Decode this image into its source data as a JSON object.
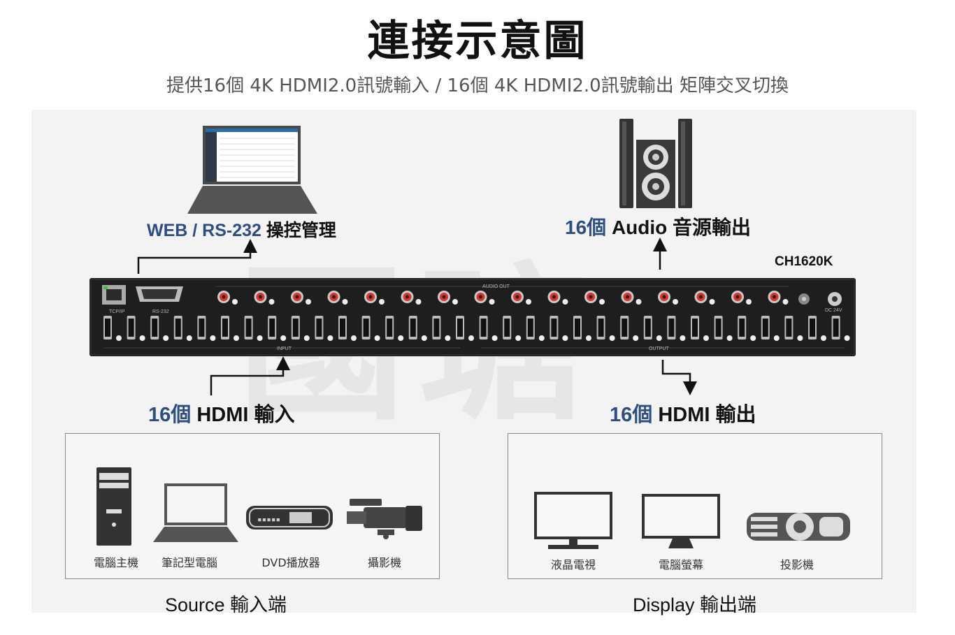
{
  "header": {
    "title": "連接示意圖",
    "subtitle": "提供16個 4K HDMI2.0訊號輸入 / 16個 4K HDMI2.0訊號輸出 矩陣交叉切換"
  },
  "watermark": "國瑭",
  "control": {
    "prefix": "WEB / RS-232",
    "suffix": "操控管理"
  },
  "audio": {
    "prefix": "16個",
    "label": "Audio 音源輸出"
  },
  "model": "CH1620K",
  "panel": {
    "tcpip": "TCP/IP",
    "rs232": "RS-232",
    "audio_out": "AUDIO OUT",
    "input": "INPUT",
    "output": "OUTPUT",
    "dc": "DC 24V"
  },
  "hdmi_in": {
    "prefix": "16個",
    "label": "HDMI 輸入"
  },
  "hdmi_out": {
    "prefix": "16個",
    "label": "HDMI 輸出"
  },
  "sources": {
    "title": "Source 輸入端",
    "items": [
      "電腦主機",
      "筆記型電腦",
      "DVD播放器",
      "攝影機"
    ],
    "dvd_display": "▪▪▪▪▪"
  },
  "displays": {
    "title": "Display 輸出端",
    "items": [
      "液晶電視",
      "電腦螢幕",
      "投影機"
    ]
  }
}
